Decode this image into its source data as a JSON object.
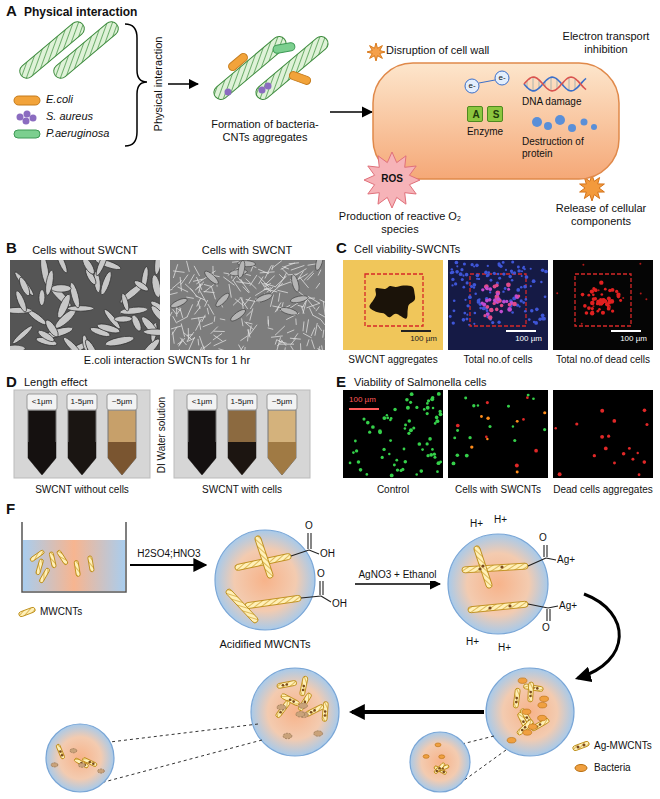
{
  "diagram": {
    "nodes": [
      {
        "text": [
          "Formation of bacteria-CNTs aggregates"
        ]
      },
      {
        "text": [
          "e-",
          "e-",
          "DNA damage",
          "Enzyme",
          "Destruction of protein"
        ]
      },
      {
        "text": [
          "A"
        ],
        "in": 1
      },
      {
        "text": [
          "S"
        ],
        "in": 1
      },
      {
        "text": [
          "ROS"
        ]
      },
      {
        "text": [
          "O",
          "OH",
          "O",
          "OH",
          "Acidified MWCNTs"
        ]
      },
      {
        "text": [
          "H+",
          "H+",
          "O",
          "Ag+",
          "O",
          "Ag+",
          "H+",
          "H+"
        ]
      }
    ],
    "edges": [
      {
        "from": 0,
        "to": 1,
        "arrow": "to"
      },
      {
        "from": 5,
        "to": 6,
        "arrow": "to",
        "label": "AgNO3 + Ethanol"
      }
    ],
    "labels": [
      "A",
      "Physical interaction",
      "E.coli",
      "S. aureus",
      "P.aeruginosa",
      "Physical interaction",
      "Disruption of cell wall",
      "Electron transport inhibition",
      "Production of reactive O₂ species",
      "Release of cellular components",
      "B",
      "Cells without SWCNT",
      "Cells with SWCNT",
      "E.coli interaction SWCNTs for 1 hr",
      "C",
      "Cell viability-SWCNTs",
      "100 µm",
      "100 µm",
      "100 µm",
      "SWCNT aggregates",
      "Total no.of cells",
      "Total no.of dead cells",
      "D",
      "Length effect",
      "<1μm",
      "1-5μm",
      "~5μm",
      "<1μm",
      "1-5μm",
      "~5μm",
      "DI Water solution",
      "SWCNT without cells",
      "SWCNT with cells",
      "E",
      "Viability of Salmonella cells",
      "100 µm",
      "Control",
      "Cells with SWCNTs",
      "Dead cells aggregates",
      "F",
      "H2SO4;HNO3"
    ],
    "legend": [
      {
        "text": "MWCNTs"
      },
      {
        "text": "Ag-MWCNTs"
      },
      {
        "text": "Bacteria"
      }
    ]
  }
}
